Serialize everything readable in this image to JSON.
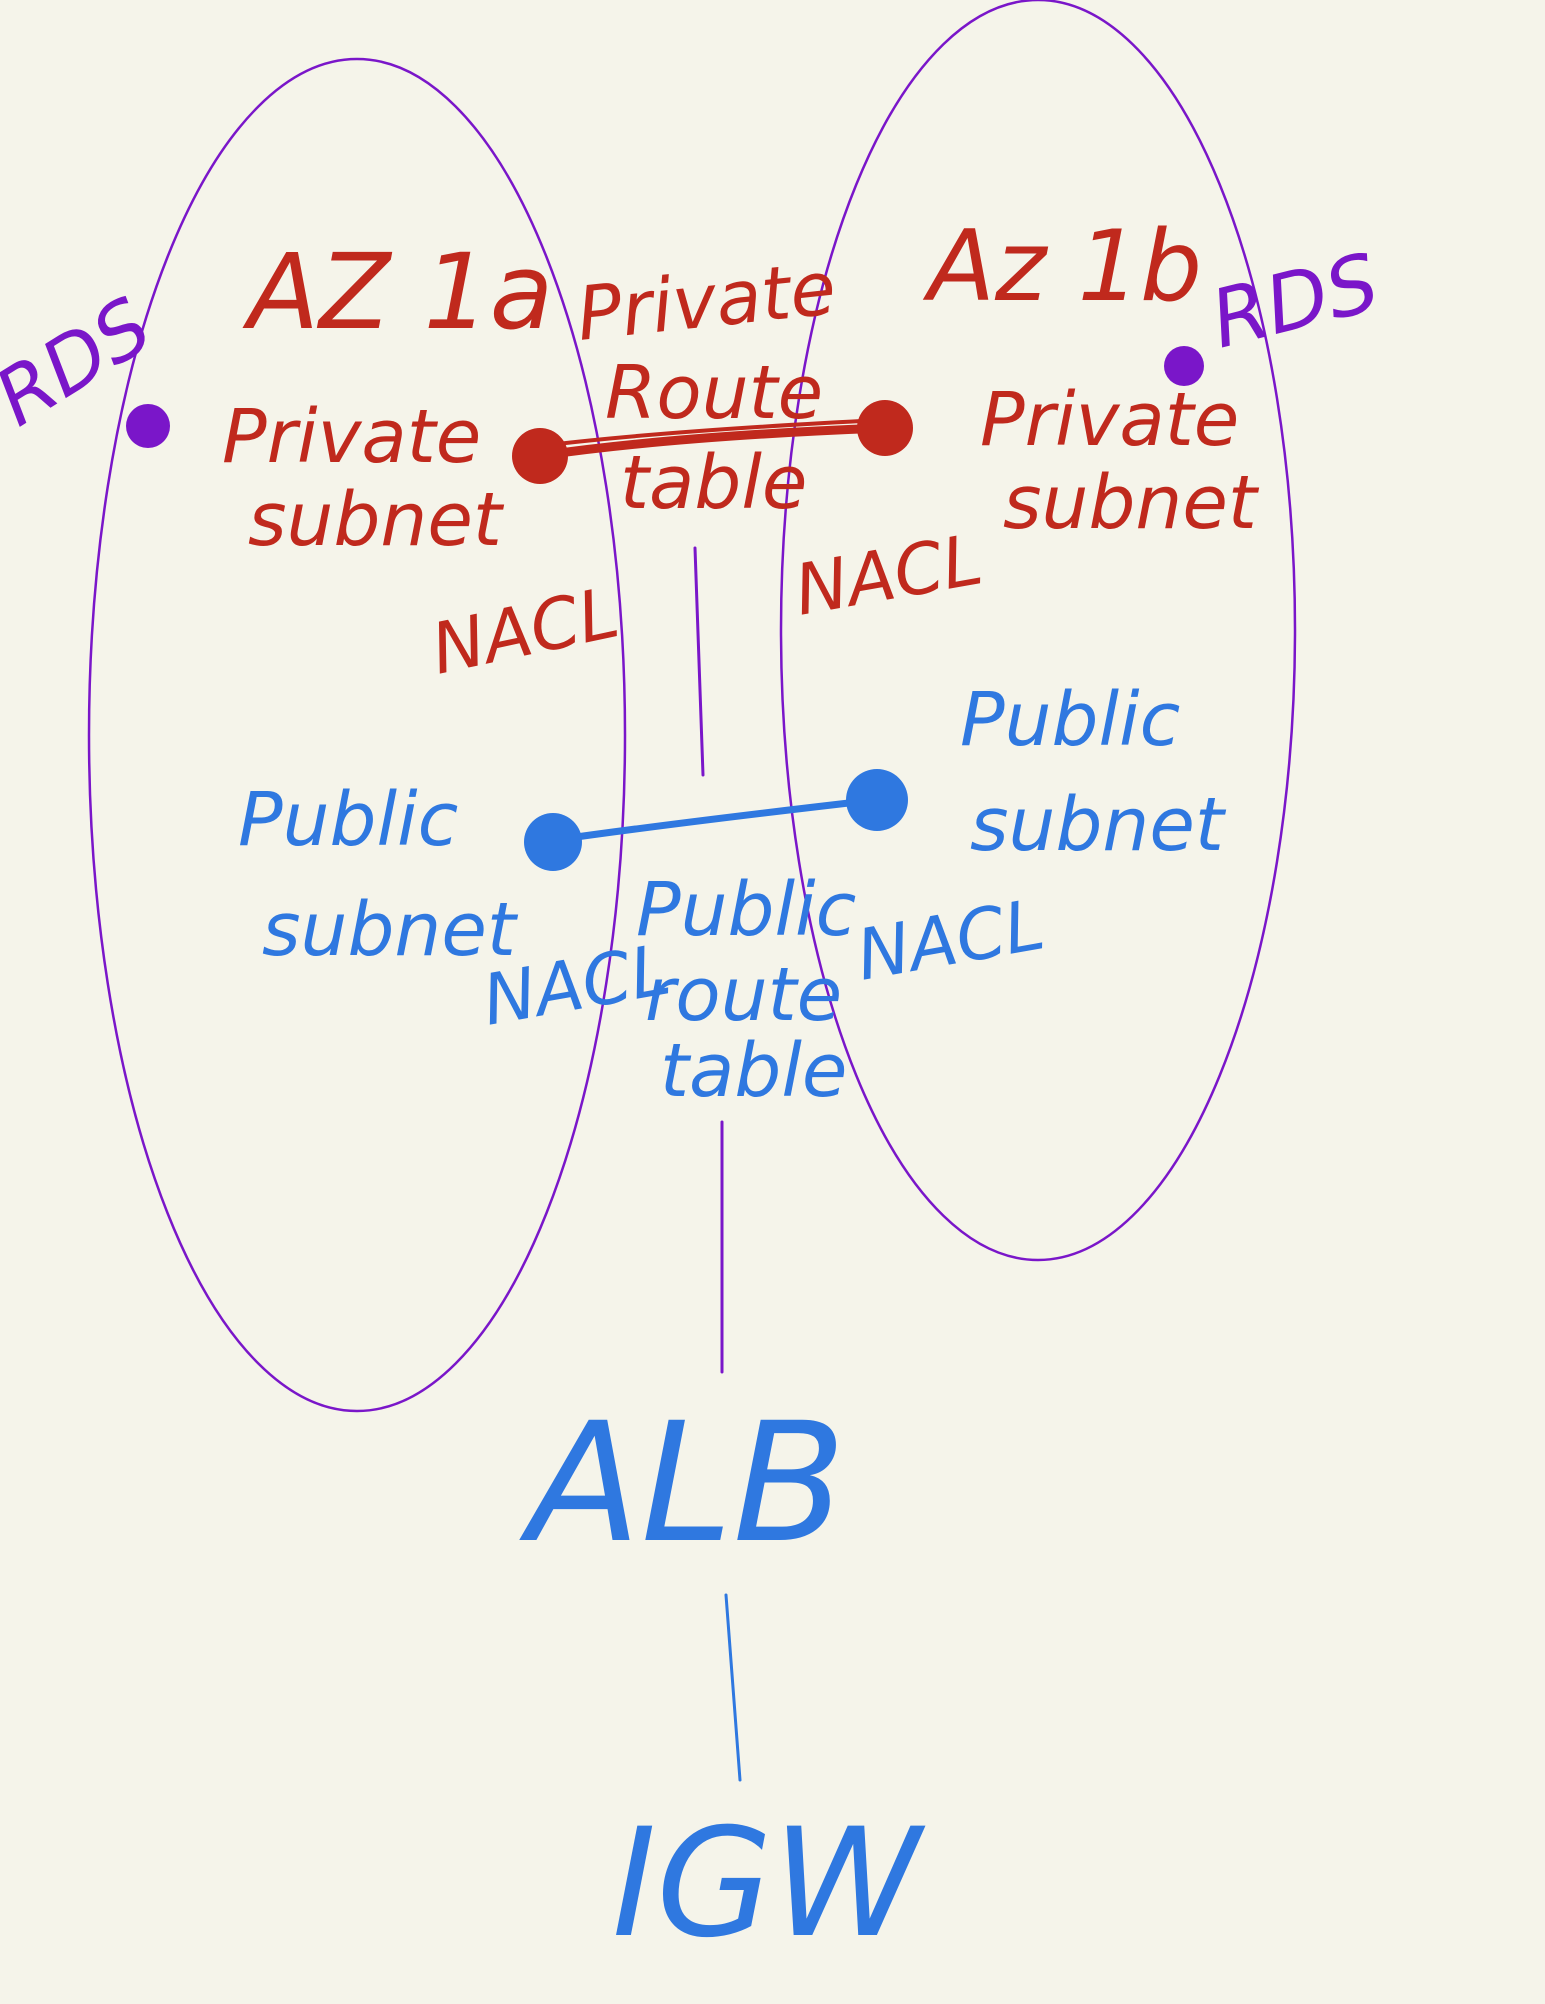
{
  "colors": {
    "background": "#f5f4ea",
    "az_outline": "#7a16c9",
    "private": "#c0291d",
    "public": "#2f78e0",
    "rds": "#7a16c9"
  },
  "az_left": {
    "title": "AZ 1a",
    "rds_label": "RDS",
    "private_subnet": [
      "Private",
      "subnet"
    ],
    "private_nacl": "NACL",
    "public_subnet": [
      "Public",
      "subnet"
    ],
    "public_nacl": "NACL"
  },
  "az_right": {
    "title": "Az 1b",
    "rds_label": "RDS",
    "private_subnet": [
      "Private",
      "subnet"
    ],
    "private_nacl": "NACL",
    "public_subnet": [
      "Public",
      "subnet"
    ],
    "public_nacl": "NACL"
  },
  "private_route_table": [
    "Private",
    "Route",
    "table"
  ],
  "public_route_table": [
    "Public",
    "route",
    "table"
  ],
  "alb": "ALB",
  "igw": "IGW"
}
